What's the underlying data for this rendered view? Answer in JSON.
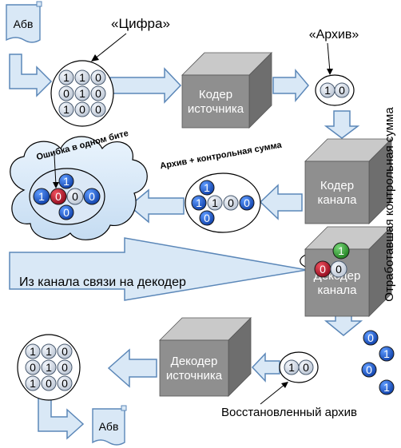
{
  "labels": {
    "digit_title": "«Цифра»",
    "archive_title": "«Архив»",
    "error_label": "Ошибка в одном бите",
    "archive_checksum_label": "Архив + контрольная сумма",
    "channel_label": "Из канала связи на декодер",
    "checksum_used_label": "Отработавшая контрольная сумма",
    "restored_label": "Восстановленный архив",
    "doc_top": "Абв",
    "doc_bottom": "Абв"
  },
  "boxes": {
    "source_encoder": [
      "Кодер",
      "источника"
    ],
    "channel_encoder": [
      "Кодер",
      "канала"
    ],
    "channel_decoder": [
      "Декодер",
      "канала"
    ],
    "source_decoder": [
      "Декодер",
      "источника"
    ]
  },
  "digits": {
    "grid_top": [
      [
        "1",
        "1",
        "0"
      ],
      [
        "0",
        "1",
        "0"
      ],
      [
        "1",
        "0",
        "0"
      ]
    ],
    "archive": [
      "1",
      "0"
    ],
    "encoded": {
      "row": [
        "1",
        "1",
        "0",
        "0"
      ],
      "top": "1",
      "bottom": "0"
    },
    "corrupted": {
      "row": [
        "1",
        "0",
        "0",
        "0"
      ],
      "top": "1",
      "bottom": "0"
    },
    "decoder_pair": [
      "0",
      "0"
    ],
    "green_bit": "1",
    "falling_bits": [
      "0",
      "1",
      "0",
      "1"
    ],
    "restored": [
      "1",
      "0"
    ],
    "grid_bottom": [
      [
        "1",
        "1",
        "0"
      ],
      [
        "0",
        "1",
        "0"
      ],
      [
        "1",
        "0",
        "0"
      ]
    ]
  },
  "colors": {
    "arrow_fill": "#d9e8f6",
    "arrow_stroke": "#5b87b8",
    "blue_bit": "#1d5fd1",
    "red_bit": "#c8162e",
    "green_bit": "#3aa43a",
    "box_front": "#8f8f8f",
    "box_top": "#c9c9c9",
    "box_side": "#6e6e6e"
  }
}
